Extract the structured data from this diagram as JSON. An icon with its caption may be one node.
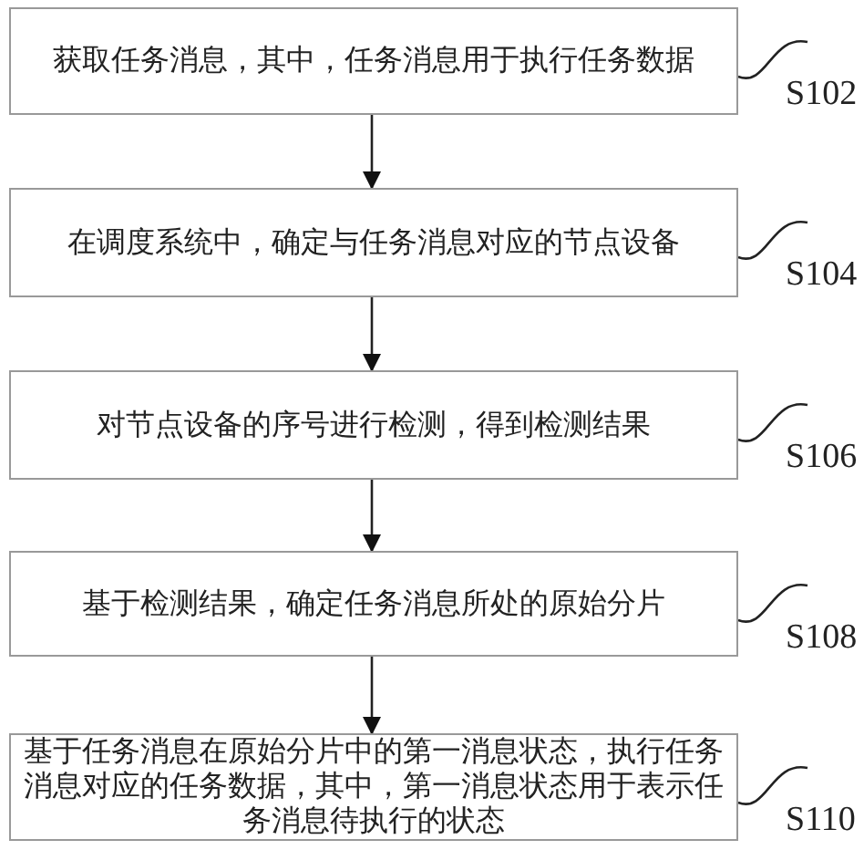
{
  "diagram": {
    "nodes": [
      {
        "text": [
          "获取任务消息，其中，任务消息用于执行任务数据"
        ]
      },
      {
        "text": [
          "在调度系统中，确定与任务消息对应的节点设备"
        ]
      },
      {
        "text": [
          "对节点设备的序号进行检测，得到检测结果"
        ]
      },
      {
        "text": [
          "基于检测结果，确定任务消息所处的原始分片"
        ]
      },
      {
        "text": [
          "基于任务消息在原始分片中的第一消息状态，执行任务消息对应的任务数据，其中，第一消息状态用于表示任务消息待执行的状态"
        ]
      },
      {
        "text": [
          "S102"
        ]
      },
      {
        "text": [
          "S104"
        ]
      },
      {
        "text": [
          "S106"
        ]
      },
      {
        "text": [
          "S108"
        ]
      },
      {
        "text": [
          "S110"
        ]
      }
    ],
    "edges": [
      {
        "from": 0,
        "to": 1,
        "arrow": "to"
      },
      {
        "from": 1,
        "to": 2,
        "arrow": "to"
      },
      {
        "from": 2,
        "to": 3,
        "arrow": "to"
      },
      {
        "from": 3,
        "to": 4,
        "arrow": "to"
      },
      {
        "from": 5,
        "to": 0,
        "arrow": "none"
      },
      {
        "from": 6,
        "to": 1,
        "arrow": "none"
      },
      {
        "from": 7,
        "to": 2,
        "arrow": "none"
      },
      {
        "from": 8,
        "to": 3,
        "arrow": "none"
      },
      {
        "from": 9,
        "to": 4,
        "arrow": "none"
      }
    ]
  }
}
